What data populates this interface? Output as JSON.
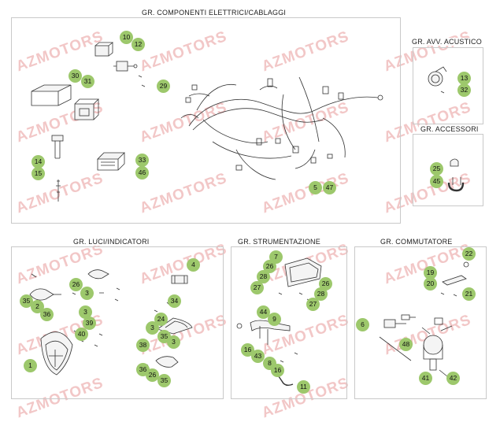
{
  "watermark": "AZMOTORS",
  "colors": {
    "badge": "#9dc86c",
    "watermark": "#f2c7c7",
    "frame": "#c9c9c9"
  },
  "groups": {
    "componenti": {
      "title": "GR. COMPONENTI ELETTRICI/CABLAGGI",
      "parts": [
        "10",
        "12",
        "29",
        "30",
        "31",
        "14",
        "15",
        "33",
        "46",
        "5",
        "47"
      ]
    },
    "acustico": {
      "title": "GR. AVV. ACUSTICO",
      "parts": [
        "13",
        "32"
      ]
    },
    "accessori": {
      "title": "GR. ACCESSORI",
      "parts": [
        "25",
        "45"
      ]
    },
    "luci": {
      "title": "GR. LUCI/INDICATORI",
      "parts": [
        "4",
        "3",
        "26",
        "35",
        "2",
        "36",
        "39",
        "40",
        "3",
        "1",
        "34",
        "38",
        "24",
        "3",
        "35",
        "3",
        "36",
        "26",
        "35"
      ]
    },
    "strumentazione": {
      "title": "GR. STRUMENTAZIONE",
      "parts": [
        "7",
        "26",
        "28",
        "27",
        "26",
        "28",
        "27",
        "44",
        "9",
        "16",
        "43",
        "8",
        "16",
        "11"
      ]
    },
    "commutatore": {
      "title": "GR. COMMUTATORE",
      "parts": [
        "22",
        "19",
        "20",
        "21",
        "6",
        "48",
        "41",
        "42"
      ]
    }
  }
}
